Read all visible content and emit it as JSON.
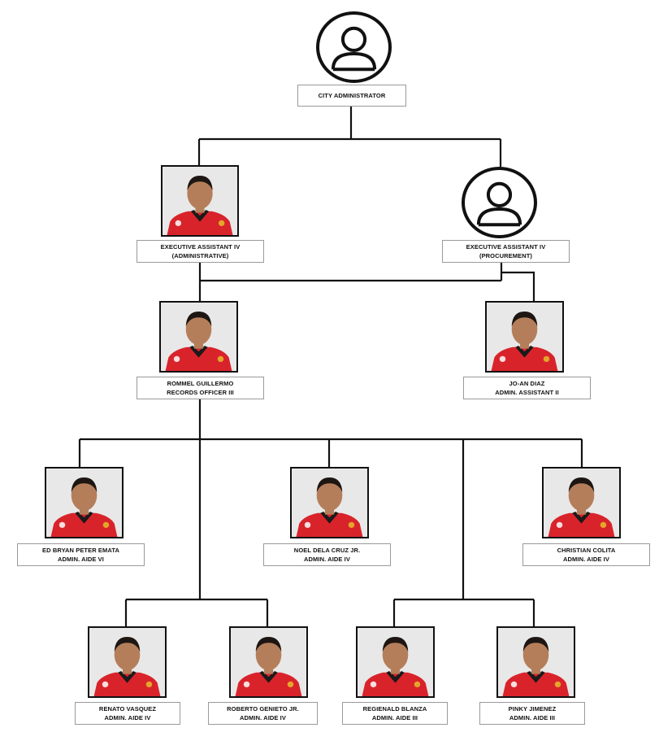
{
  "chart": {
    "nodes": [
      {
        "id": "city-admin",
        "lines": [
          "CITY ADMINISTRATOR"
        ],
        "photo": "placeholder-avatar"
      },
      {
        "id": "ea-admin",
        "lines": [
          "EXECUTIVE ASSISTANT IV",
          "(ADMINISTRATIVE)"
        ],
        "photo": "photo"
      },
      {
        "id": "ea-proc",
        "lines": [
          "EXECUTIVE ASSISTANT IV",
          "(PROCUREMENT)"
        ],
        "photo": "placeholder-avatar"
      },
      {
        "id": "guillermo",
        "lines": [
          "ROMMEL GUILLERMO",
          "RECORDS OFFICER III"
        ],
        "photo": "photo"
      },
      {
        "id": "diaz",
        "lines": [
          "JO-AN DIAZ",
          "ADMIN. ASSISTANT II"
        ],
        "photo": "photo"
      },
      {
        "id": "emata",
        "lines": [
          "ED BRYAN PETER EMATA",
          "ADMIN. AIDE VI"
        ],
        "photo": "photo"
      },
      {
        "id": "delacruz",
        "lines": [
          "NOEL DELA CRUZ JR.",
          "ADMIN. AIDE IV"
        ],
        "photo": "photo"
      },
      {
        "id": "colita",
        "lines": [
          "CHRISTIAN COLITA",
          "ADMIN. AIDE IV"
        ],
        "photo": "photo"
      },
      {
        "id": "vasquez",
        "lines": [
          "RENATO VASQUEZ",
          "ADMIN. AIDE IV"
        ],
        "photo": "photo"
      },
      {
        "id": "genieto",
        "lines": [
          "ROBERTO GENIETO JR.",
          "ADMIN. AIDE IV"
        ],
        "photo": "photo"
      },
      {
        "id": "blanza",
        "lines": [
          "REGIENALD BLANZA",
          "ADMIN. AIDE III"
        ],
        "photo": "photo"
      },
      {
        "id": "jimenez",
        "lines": [
          "PINKY JIMENEZ",
          "ADMIN. AIDE III"
        ],
        "photo": "photo"
      }
    ],
    "edges": [
      [
        "city-admin",
        "ea-admin"
      ],
      [
        "city-admin",
        "ea-proc"
      ],
      [
        "ea-admin",
        "guillermo"
      ],
      [
        "ea-proc",
        "guillermo"
      ],
      [
        "ea-proc",
        "diaz"
      ],
      [
        "guillermo",
        "emata"
      ],
      [
        "guillermo",
        "delacruz"
      ],
      [
        "guillermo",
        "colita"
      ],
      [
        "guillermo",
        "vasquez"
      ],
      [
        "guillermo",
        "genieto"
      ],
      [
        "guillermo",
        "blanza"
      ],
      [
        "guillermo",
        "jimenez"
      ]
    ],
    "colors": {
      "shirt": "#d9232b",
      "collar": "#1a1a1a",
      "skin": "#b57e5a",
      "hair": "#1d1612",
      "photo_bg": "#dcdcdc",
      "line": "#111111",
      "label_border": "#9a9a9a"
    }
  }
}
